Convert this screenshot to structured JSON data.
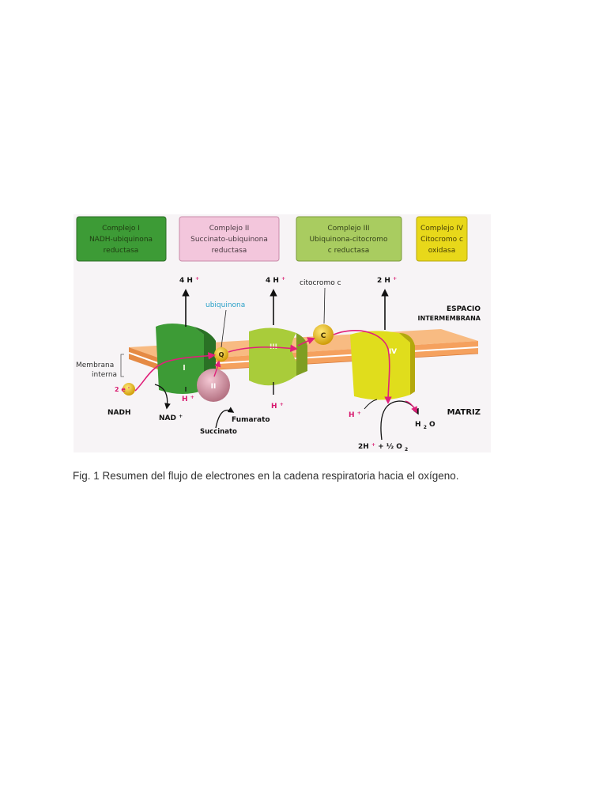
{
  "boxes": [
    {
      "line1": "Complejo I",
      "line2": "NADH-ubiquinona",
      "line3": "reductasa",
      "fill": "#3d9b36",
      "text_color": "#1f3d12"
    },
    {
      "line1": "Complejo II",
      "line2": "Succinato-ubiquinona",
      "line3": "reductasa",
      "fill": "#f3c6dc",
      "text_color": "#4a3a42"
    },
    {
      "line1": "Complejo III",
      "line2": "Ubiquinona-citocromo",
      "line3": "c reductasa",
      "fill": "#a9cc60",
      "text_color": "#34421a"
    },
    {
      "line1": "Complejo IV",
      "line2": "Citocromo c",
      "line3": "oxidasa",
      "fill": "#e8d81a",
      "text_color": "#473f08"
    }
  ],
  "labels": {
    "h4_left": "4 H",
    "h4_mid": "4 H",
    "h2": "2 H",
    "plus": "+",
    "ubiquinona": "ubiquinona",
    "citocromo_c": "citocromo c",
    "espacio": "ESPACIO",
    "intermembrana": "INTERMEMBRANA",
    "membrana": "Membrana",
    "interna": "interna",
    "electrons": "2 e",
    "minus": "-",
    "nadh": "NADH",
    "nad": "NAD",
    "h_matrix": "H",
    "succinato": "Succinato",
    "fumarato": "Fumarato",
    "matriz": "MATRIZ",
    "h2o_h": "H",
    "h2o_sub": "2",
    "h2o_o": "O",
    "oxygen_eq": "2H",
    "half_o2": " + ½ O",
    "o2_sub": "2",
    "complex_I": "I",
    "complex_II": "II",
    "complex_III": "III",
    "complex_IV": "IV",
    "q": "Q",
    "c": "C"
  },
  "colors": {
    "membrane": "#f5a15e",
    "membrane_dark": "#e07d33",
    "complex_I": "#3d9b36",
    "complex_II": "#d99aab",
    "complex_III": "#a9cc3a",
    "complex_IV": "#e0dd1c",
    "quinone": "#e8c21a",
    "electron_path": "#e0207a",
    "ubiquinona_text": "#2aa0c8",
    "h_magenta": "#d8186e"
  },
  "caption": "Fig. 1 Resumen del flujo de electrones en la cadena respiratoria hacia el oxígeno."
}
